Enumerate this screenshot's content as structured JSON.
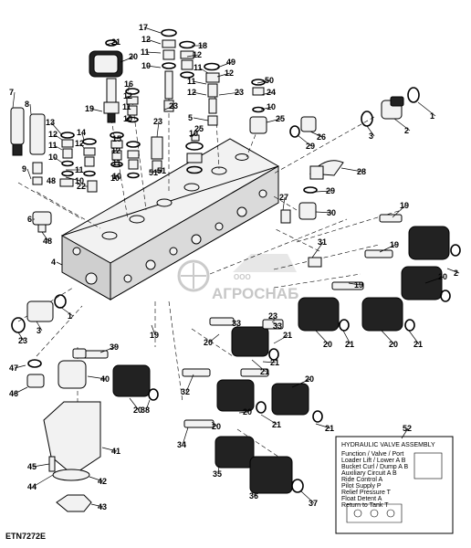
{
  "figure_id": "ETN7272E",
  "watermark": {
    "brand": "АГРОСНАБ",
    "prefix": "ООО"
  },
  "callouts": [
    {
      "n": "17"
    },
    {
      "n": "12"
    },
    {
      "n": "21"
    },
    {
      "n": "20"
    },
    {
      "n": "18"
    },
    {
      "n": "12"
    },
    {
      "n": "11"
    },
    {
      "n": "10"
    },
    {
      "n": "49"
    },
    {
      "n": "11"
    },
    {
      "n": "12"
    },
    {
      "n": "7"
    },
    {
      "n": "8"
    },
    {
      "n": "16"
    },
    {
      "n": "12"
    },
    {
      "n": "11"
    },
    {
      "n": "19"
    },
    {
      "n": "10"
    },
    {
      "n": "23"
    },
    {
      "n": "11"
    },
    {
      "n": "12"
    },
    {
      "n": "23"
    },
    {
      "n": "50"
    },
    {
      "n": "24"
    },
    {
      "n": "10"
    },
    {
      "n": "1"
    },
    {
      "n": "2"
    },
    {
      "n": "3"
    },
    {
      "n": "13"
    },
    {
      "n": "12"
    },
    {
      "n": "11"
    },
    {
      "n": "10"
    },
    {
      "n": "14"
    },
    {
      "n": "12"
    },
    {
      "n": "15"
    },
    {
      "n": "12"
    },
    {
      "n": "11"
    },
    {
      "n": "10"
    },
    {
      "n": "51"
    },
    {
      "n": "5"
    },
    {
      "n": "23"
    },
    {
      "n": "10"
    },
    {
      "n": "25"
    },
    {
      "n": "25"
    },
    {
      "n": "26"
    },
    {
      "n": "29"
    },
    {
      "n": "28"
    },
    {
      "n": "29"
    },
    {
      "n": "9"
    },
    {
      "n": "11"
    },
    {
      "n": "10"
    },
    {
      "n": "48"
    },
    {
      "n": "22"
    },
    {
      "n": "10"
    },
    {
      "n": "51"
    },
    {
      "n": "27"
    },
    {
      "n": "30"
    },
    {
      "n": "6"
    },
    {
      "n": "48"
    },
    {
      "n": "19"
    },
    {
      "n": "19"
    },
    {
      "n": "31"
    },
    {
      "n": "4"
    },
    {
      "n": "20"
    },
    {
      "n": "2"
    },
    {
      "n": "3"
    },
    {
      "n": "1"
    },
    {
      "n": "23"
    },
    {
      "n": "19"
    },
    {
      "n": "20"
    },
    {
      "n": "21"
    },
    {
      "n": "23"
    },
    {
      "n": "33"
    },
    {
      "n": "33"
    },
    {
      "n": "19"
    },
    {
      "n": "20"
    },
    {
      "n": "21"
    },
    {
      "n": "20"
    },
    {
      "n": "21"
    },
    {
      "n": "39"
    },
    {
      "n": "21"
    },
    {
      "n": "47"
    },
    {
      "n": "40"
    },
    {
      "n": "20"
    },
    {
      "n": "46"
    },
    {
      "n": "38"
    },
    {
      "n": "32"
    },
    {
      "n": "21"
    },
    {
      "n": "20"
    },
    {
      "n": "20"
    },
    {
      "n": "21"
    },
    {
      "n": "21"
    },
    {
      "n": "52"
    },
    {
      "n": "20"
    },
    {
      "n": "34"
    },
    {
      "n": "41"
    },
    {
      "n": "45"
    },
    {
      "n": "35"
    },
    {
      "n": "42"
    },
    {
      "n": "44"
    },
    {
      "n": "36"
    },
    {
      "n": "43"
    },
    {
      "n": "37"
    }
  ],
  "decal": {
    "heading": "HYDRAULIC VALVE ASSEMBLY",
    "rows": [
      "Function / Valve / Port",
      "Loader Lift / Lower  A B",
      "Bucket Curl / Dump  A B",
      "Auxiliary Circuit  A B",
      "Ride Control  A",
      "Pilot Supply  P",
      "Relief Pressure  T",
      "Float Detent  A",
      "Return to Tank  T"
    ]
  }
}
